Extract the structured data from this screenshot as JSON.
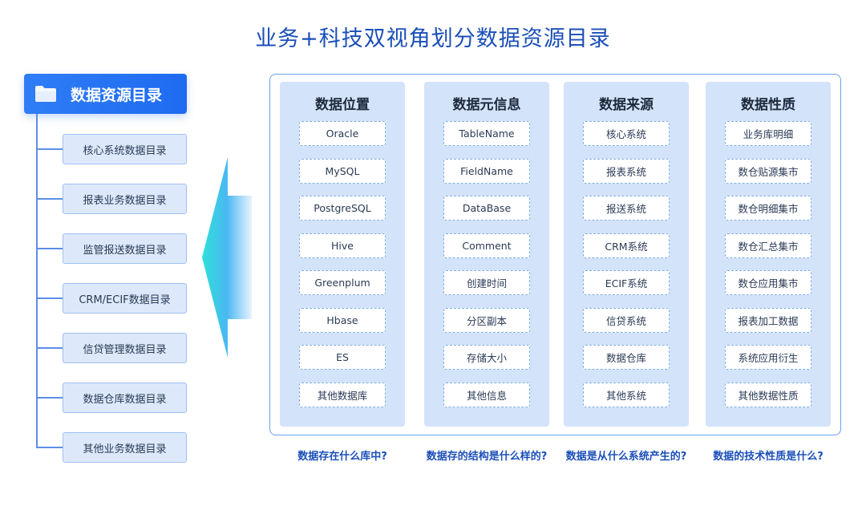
{
  "title": "业务+科技双视角划分数据资源目录",
  "tree": {
    "root_label": "数据资源目录",
    "items": [
      "核心系统数据目录",
      "报表业务数据目录",
      "监管报送数据目录",
      "CRM/ECIF数据目录",
      "信贷管理数据目录",
      "数据仓库数据目录",
      "其他业务数据目录"
    ]
  },
  "columns": [
    {
      "title": "数据位置",
      "items": [
        "Oracle",
        "MySQL",
        "PostgreSQL",
        "Hive",
        "Greenplum",
        "Hbase",
        "ES",
        "其他数据库"
      ],
      "question": "数据存在什么库中?"
    },
    {
      "title": "数据元信息",
      "items": [
        "TableName",
        "FieldName",
        "DataBase",
        "Comment",
        "创建时间",
        "分区副本",
        "存储大小",
        "其他信息"
      ],
      "question": "数据存的结构是什么样的?"
    },
    {
      "title": "数据来源",
      "items": [
        "核心系统",
        "报表系统",
        "报送系统",
        "CRM系统",
        "ECIF系统",
        "信贷系统",
        "数据仓库",
        "其他系统"
      ],
      "question": "数据是从什么系统产生的?"
    },
    {
      "title": "数据性质",
      "items": [
        "业务库明细",
        "数仓贴源集市",
        "数仓明细集市",
        "数仓汇总集市",
        "数仓应用集市",
        "报表加工数据",
        "系统应用衍生",
        "其他数据性质"
      ],
      "question": "数据的技术性质是什么?"
    }
  ],
  "colors": {
    "accent": "#1e6bf0",
    "title": "#1b4fb8",
    "column_bg": "#d3e3fa",
    "leaf_bg": "#dde9fb"
  },
  "icons": {
    "root": "folder-icon",
    "arrow": "left-arrow-icon"
  }
}
